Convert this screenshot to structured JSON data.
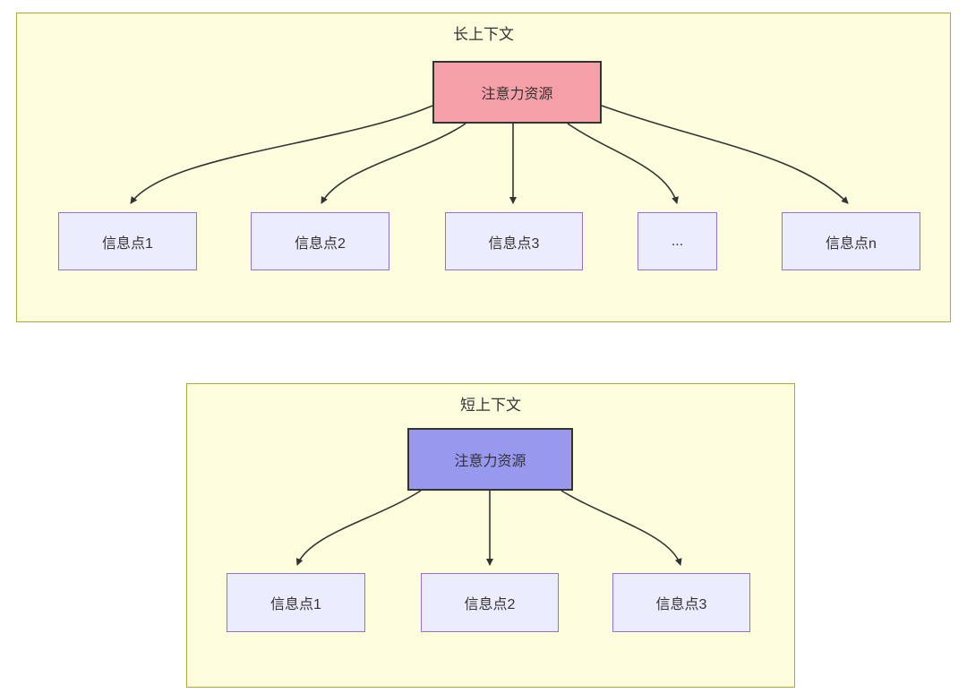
{
  "diagram": {
    "long_context": {
      "title": "长上下文",
      "attention": {
        "label": "注意力资源",
        "fill": "#f5a0a8"
      },
      "nodes": [
        {
          "label": "信息点1"
        },
        {
          "label": "信息点2"
        },
        {
          "label": "信息点3"
        },
        {
          "label": "..."
        },
        {
          "label": "信息点n"
        }
      ]
    },
    "short_context": {
      "title": "短上下文",
      "attention": {
        "label": "注意力资源",
        "fill": "#9898ee"
      },
      "nodes": [
        {
          "label": "信息点1"
        },
        {
          "label": "信息点2"
        },
        {
          "label": "信息点3"
        }
      ]
    },
    "colors": {
      "cluster_fill": "#fdfdde",
      "cluster_border": "#abab33",
      "info_node_fill": "#ececff",
      "info_node_border": "#9370db",
      "edge_stroke": "#333333",
      "text": "#333333"
    }
  }
}
